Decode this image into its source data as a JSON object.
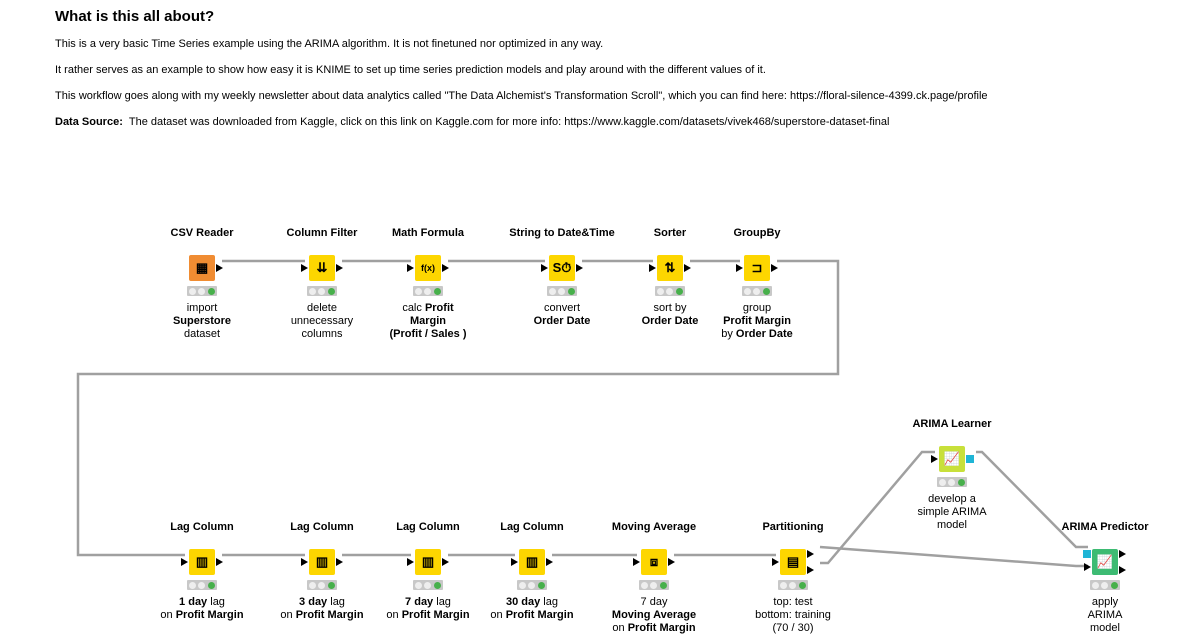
{
  "annotation": {
    "title": "What is this all about?",
    "p1": "This is a very basic Time Series example using the ARIMA algorithm. It is not finetuned nor optimized in any way.",
    "p2": "It rather serves as an example to show how easy it is KNIME to set up time series prediction models and play around with the different values of it.",
    "p3": "This workflow goes along with my weekly newsletter about data analytics called \"The Data Alchemist's Transformation Scroll\", which you can find here: https://floral-silence-4399.ck.page/profile",
    "source_label": "Data Source:",
    "source_text": "The dataset was downloaded from Kaggle, click on this link on Kaggle.com for more info: https://www.kaggle.com/datasets/vivek468/superstore-dataset-final"
  },
  "colors": {
    "reader": "#f08c32",
    "manipulator": "#fdd600",
    "learner": "#c8e03a",
    "predictor": "#3dbb73",
    "model_port": "#1fb5d6",
    "ok": "#47b04b"
  },
  "nodes": [
    {
      "id": "csv-reader",
      "title": "CSV Reader",
      "icon": "table-arrow-icon",
      "glyph": "▦",
      "color": "reader",
      "desc": [
        [
          [
            "import",
            0
          ]
        ],
        [
          [
            "Superstore",
            1
          ]
        ],
        [
          [
            "dataset",
            0
          ]
        ]
      ]
    },
    {
      "id": "column-filter",
      "title": "Column Filter",
      "icon": "column-filter-icon",
      "glyph": "⇊",
      "color": "manipulator",
      "desc": [
        [
          [
            "delete",
            0
          ]
        ],
        [
          [
            "unnecessary",
            0
          ]
        ],
        [
          [
            "columns",
            0
          ]
        ]
      ]
    },
    {
      "id": "math-formula",
      "title": "Math Formula",
      "icon": "function-icon",
      "glyph": "f(x)",
      "color": "manipulator",
      "desc": [
        [
          [
            "calc ",
            0
          ],
          [
            "Profit",
            1
          ]
        ],
        [
          [
            "Margin",
            1
          ]
        ],
        [
          [
            "(Profit / Sales )",
            1
          ]
        ]
      ]
    },
    {
      "id": "string-to-date",
      "title": "String to Date&Time",
      "icon": "string-to-date-icon",
      "glyph": "S⏱",
      "color": "manipulator",
      "desc": [
        [
          [
            "convert",
            0
          ]
        ],
        [
          [
            "Order Date",
            1
          ]
        ]
      ]
    },
    {
      "id": "sorter",
      "title": "Sorter",
      "icon": "sort-icon",
      "glyph": "⇅",
      "color": "manipulator",
      "desc": [
        [
          [
            "sort by",
            0
          ]
        ],
        [
          [
            "Order Date",
            1
          ]
        ]
      ]
    },
    {
      "id": "groupby",
      "title": "GroupBy",
      "icon": "groupby-icon",
      "glyph": "⊐",
      "color": "manipulator",
      "desc": [
        [
          [
            "group",
            0
          ]
        ],
        [
          [
            "Profit Margin",
            1
          ]
        ],
        [
          [
            "by ",
            0
          ],
          [
            "Order Date",
            1
          ]
        ]
      ]
    },
    {
      "id": "lag-1",
      "title": "Lag Column",
      "icon": "lag-column-icon",
      "glyph": "▥",
      "color": "manipulator",
      "desc": [
        [
          [
            "1 day",
            1
          ],
          [
            " lag",
            0
          ]
        ],
        [
          [
            "on ",
            0
          ],
          [
            "Profit Margin",
            1
          ]
        ]
      ]
    },
    {
      "id": "lag-3",
      "title": "Lag Column",
      "icon": "lag-column-icon",
      "glyph": "▥",
      "color": "manipulator",
      "desc": [
        [
          [
            "3 day",
            1
          ],
          [
            " lag",
            0
          ]
        ],
        [
          [
            "on ",
            0
          ],
          [
            "Profit Margin",
            1
          ]
        ]
      ]
    },
    {
      "id": "lag-7",
      "title": "Lag Column",
      "icon": "lag-column-icon",
      "glyph": "▥",
      "color": "manipulator",
      "desc": [
        [
          [
            "7 day",
            1
          ],
          [
            " lag",
            0
          ]
        ],
        [
          [
            "on ",
            0
          ],
          [
            "Profit Margin",
            1
          ]
        ]
      ]
    },
    {
      "id": "lag-30",
      "title": "Lag Column",
      "icon": "lag-column-icon",
      "glyph": "▥",
      "color": "manipulator",
      "desc": [
        [
          [
            "30 day",
            1
          ],
          [
            " lag",
            0
          ]
        ],
        [
          [
            "on ",
            0
          ],
          [
            "Profit Margin",
            1
          ]
        ]
      ]
    },
    {
      "id": "moving-average",
      "title": "Moving Average",
      "icon": "moving-average-icon",
      "glyph": "⧈",
      "color": "manipulator",
      "desc": [
        [
          [
            "7 day",
            0
          ]
        ],
        [
          [
            "Moving Average",
            1
          ]
        ],
        [
          [
            "on ",
            0
          ],
          [
            "Profit Margin",
            1
          ]
        ]
      ]
    },
    {
      "id": "partitioning",
      "title": "Partitioning",
      "icon": "partition-icon",
      "glyph": "▤",
      "color": "manipulator",
      "desc": [
        [
          [
            "top: test",
            0
          ]
        ],
        [
          [
            "bottom: training",
            0
          ]
        ],
        [
          [
            "(70 / 30)",
            0
          ]
        ]
      ]
    },
    {
      "id": "arima-learner",
      "title": "ARIMA Learner",
      "icon": "line-chart-icon",
      "glyph": "📈",
      "color": "learner",
      "desc": [
        [
          [
            "develop a",
            0
          ]
        ],
        [
          [
            "simple ARIMA",
            0
          ]
        ],
        [
          [
            "model",
            0
          ]
        ]
      ]
    },
    {
      "id": "arima-predictor",
      "title": "ARIMA Predictor",
      "icon": "line-chart-icon",
      "glyph": "📈",
      "color": "predictor",
      "desc": [
        [
          [
            "apply",
            0
          ]
        ],
        [
          [
            "ARIMA",
            0
          ]
        ],
        [
          [
            "model",
            0
          ]
        ]
      ]
    }
  ]
}
